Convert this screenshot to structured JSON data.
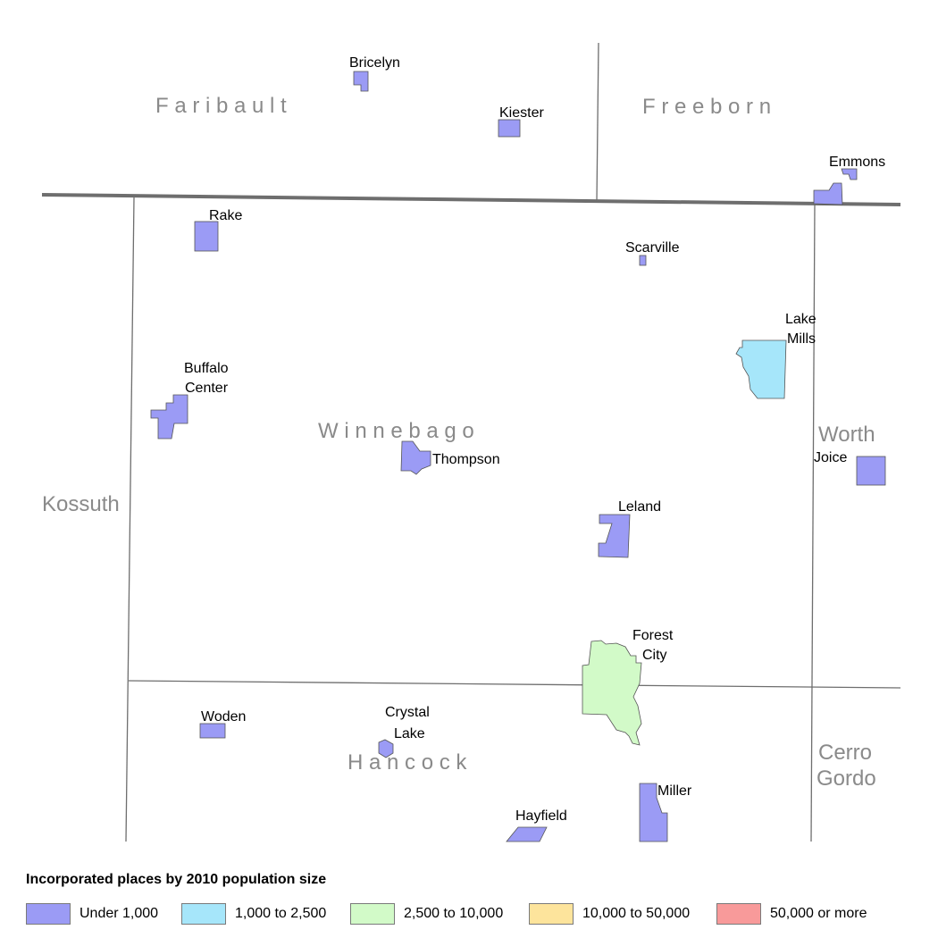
{
  "counties": {
    "faribault": "F a r i b a u l t",
    "freeborn": "F r e e b o r n",
    "winnebago": "W i n n e b a g o",
    "worth": "Worth",
    "kossuth": "Kossuth",
    "hancock": "H a n c o c k",
    "cerro_gordo_1": "Cerro",
    "cerro_gordo_2": "Gordo"
  },
  "places": {
    "bricelyn": "Bricelyn",
    "kiester": "Kiester",
    "emmons": "Emmons",
    "rake": "Rake",
    "scarville": "Scarville",
    "lake_mills_1": "Lake",
    "lake_mills_2": "Mills",
    "buffalo_center_1": "Buffalo",
    "buffalo_center_2": "Center",
    "thompson": "Thompson",
    "joice": "Joice",
    "leland": "Leland",
    "forest_city_1": "Forest",
    "forest_city_2": "City",
    "woden": "Woden",
    "crystal_lake_1": "Crystal",
    "crystal_lake_2": "Lake",
    "miller": "Miller",
    "hayfield": "Hayfield"
  },
  "legend": {
    "title": "Incorporated places by 2010 population size",
    "items": [
      {
        "label": "Under 1,000",
        "color": "#9b9bf5"
      },
      {
        "label": "1,000 to 2,500",
        "color": "#a6e6fa"
      },
      {
        "label": "2,500 to 10,000",
        "color": "#d2fac8"
      },
      {
        "label": "10,000 to 50,000",
        "color": "#fde49c"
      },
      {
        "label": "50,000 or more",
        "color": "#f89a9a"
      }
    ]
  },
  "colors": {
    "boundary": "#6e6e6e",
    "state_border": "#6e6e6e",
    "county_label": "#8a8a8a"
  }
}
